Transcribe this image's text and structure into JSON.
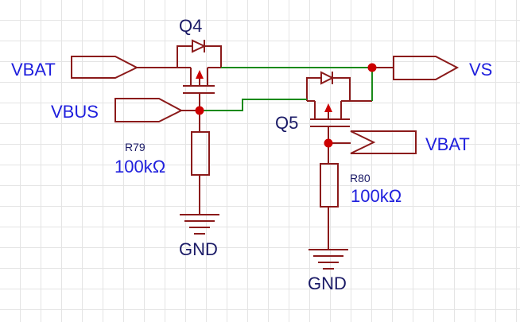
{
  "ports": {
    "vbat_left": "VBAT",
    "vbus": "VBUS",
    "vs": "VS",
    "vbat_right": "VBAT"
  },
  "components": {
    "q4": "Q4",
    "q5": "Q5",
    "r79": {
      "ref": "R79",
      "value": "100kΩ"
    },
    "r80": {
      "ref": "R80",
      "value": "100kΩ"
    }
  },
  "grounds": {
    "gnd_left": "GND",
    "gnd_right": "GND"
  },
  "colors": {
    "wire": "#8b1a1a",
    "net": "#1a8a1a",
    "junction": "#cc0000",
    "label_blue": "#1f1fdd",
    "label_navy": "#1a1a66"
  }
}
